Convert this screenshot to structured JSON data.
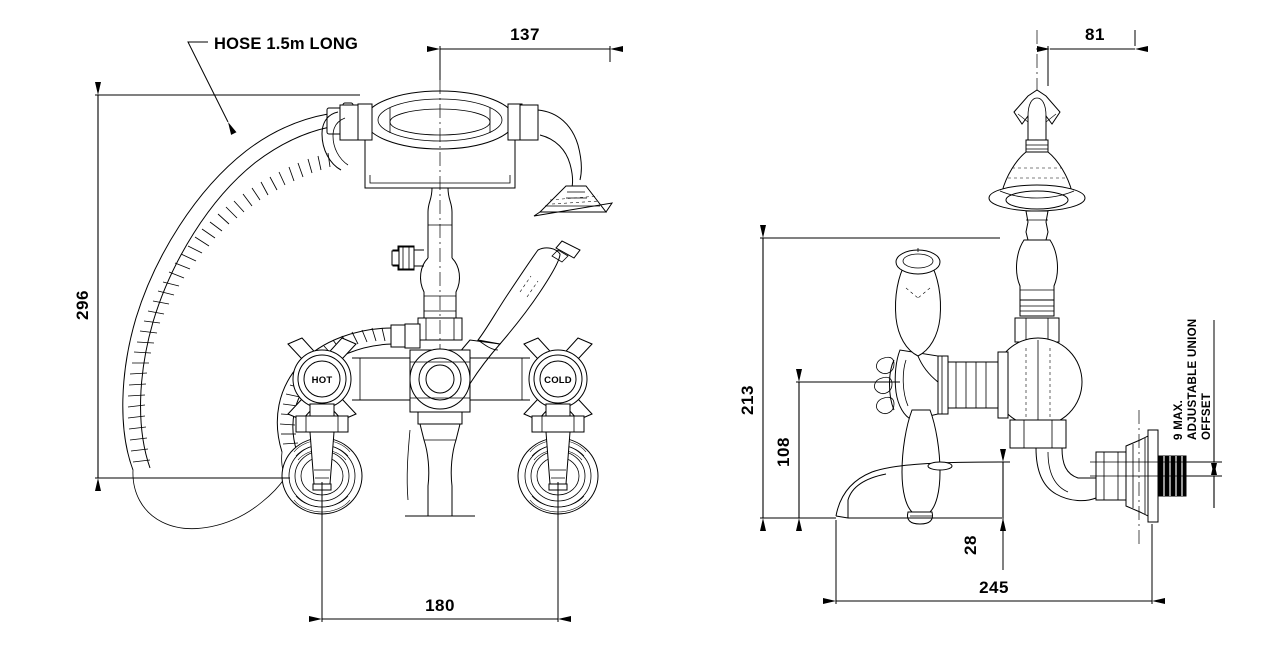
{
  "drawing": {
    "title": "Bath shower mixer tap technical drawing",
    "views": [
      {
        "name": "front-elevation",
        "label": ""
      },
      {
        "name": "side-elevation",
        "label": ""
      }
    ]
  },
  "annotations": {
    "hose_note": "HOSE 1.5m LONG",
    "union_note_line1": "9 MAX.",
    "union_note_line2": "ADJUSTABLE UNION",
    "union_note_line3": "OFFSET"
  },
  "handle_labels": {
    "hot": "HOT",
    "cold": "COLD"
  },
  "dimensions": {
    "front": [
      {
        "name": "spout-width",
        "value": "137",
        "orientation": "horizontal",
        "position": "top"
      },
      {
        "name": "overall-height",
        "value": "296",
        "orientation": "vertical",
        "position": "left"
      },
      {
        "name": "handle-centres",
        "value": "180",
        "orientation": "horizontal",
        "position": "bottom"
      }
    ],
    "side": [
      {
        "name": "handset-width",
        "value": "81",
        "orientation": "horizontal",
        "position": "top"
      },
      {
        "name": "overall-height-side",
        "value": "213",
        "orientation": "vertical",
        "position": "left"
      },
      {
        "name": "valve-height",
        "value": "108",
        "orientation": "vertical",
        "position": "left-inner"
      },
      {
        "name": "spout-outlet-height",
        "value": "28",
        "orientation": "vertical",
        "position": "inner"
      },
      {
        "name": "overall-projection",
        "value": "245",
        "orientation": "horizontal",
        "position": "bottom"
      }
    ]
  },
  "colors": {
    "line": "#000000",
    "background": "#ffffff"
  }
}
